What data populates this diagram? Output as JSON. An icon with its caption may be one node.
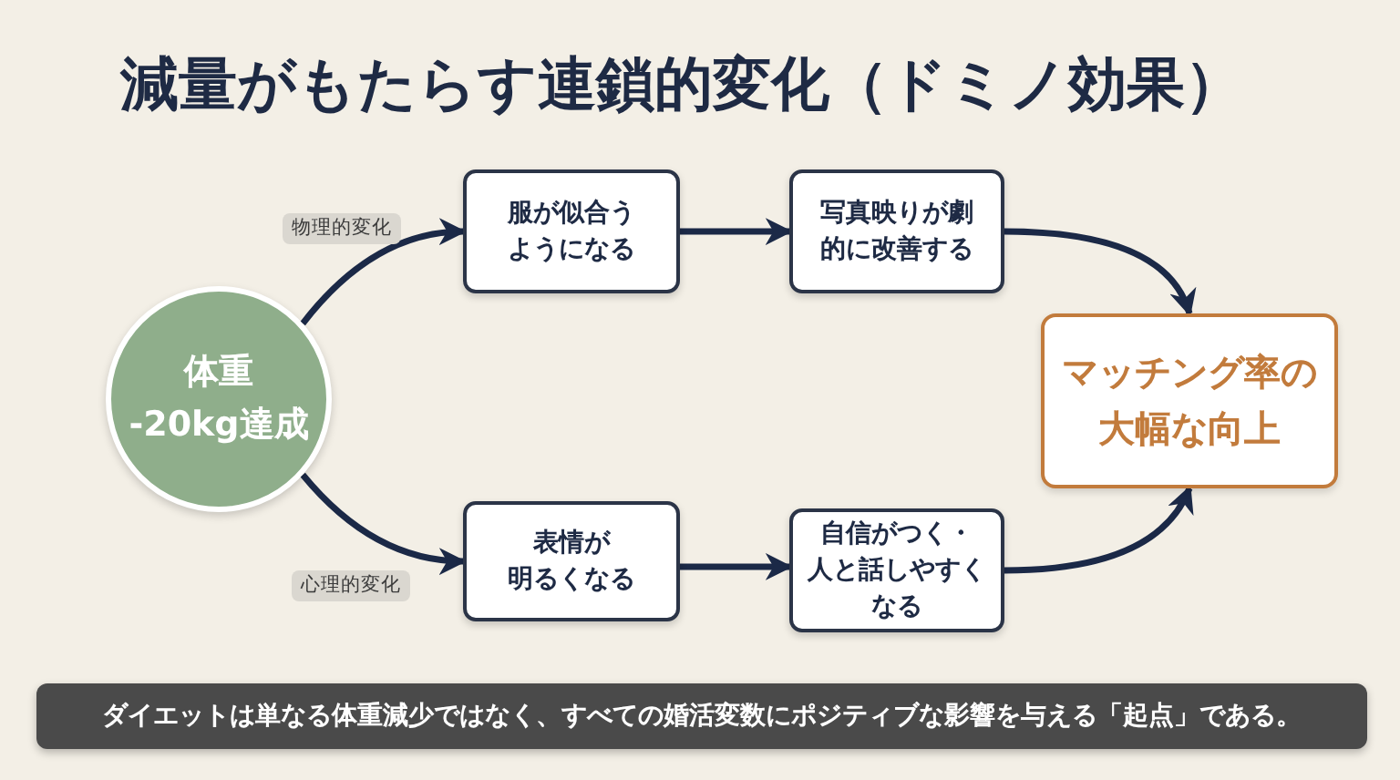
{
  "diagram": {
    "title": "減量がもたらす連鎖的変化（ドミノ効果）",
    "nodes": [
      {
        "text": [
          "体重-20kg達成"
        ]
      },
      {
        "text": [
          "服が似合うようになる"
        ]
      },
      {
        "text": [
          "写真映りが劇的に改善する"
        ]
      },
      {
        "text": [
          "表情が明るくなる"
        ]
      },
      {
        "text": [
          "自信がつく・人と話しやすくなる"
        ]
      },
      {
        "text": [
          "マッチング率の大幅な向上"
        ]
      }
    ],
    "edges": [
      {
        "from": 0,
        "to": 1,
        "arrow": "to",
        "label": "物理的変化"
      },
      {
        "from": 1,
        "to": 2,
        "arrow": "to"
      },
      {
        "from": 2,
        "to": 5,
        "arrow": "to"
      },
      {
        "from": 0,
        "to": 3,
        "arrow": "to",
        "label": "心理的変化"
      },
      {
        "from": 3,
        "to": 4,
        "arrow": "to"
      },
      {
        "from": 4,
        "to": 5,
        "arrow": "to"
      }
    ],
    "labels": [
      "ダイエットは単なる体重減少ではなく、すべての婚活変数にポジティブな影響を与える「起点」である。"
    ]
  }
}
